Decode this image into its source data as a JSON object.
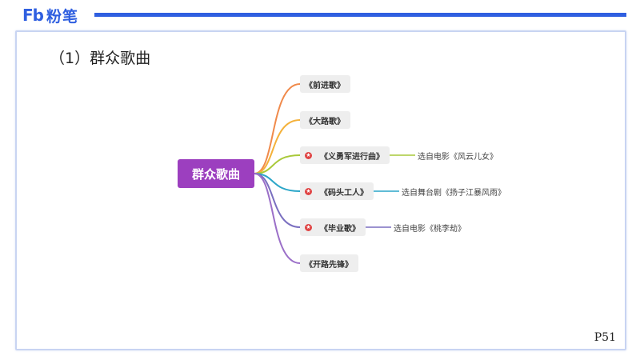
{
  "brand": {
    "mark": "Fb",
    "name": "粉笔"
  },
  "section_title": "（1）群众歌曲",
  "mindmap": {
    "center": "群众歌曲",
    "branches": [
      {
        "label": "《前进歌》",
        "marked": false,
        "note": "",
        "color": "#f08a4b"
      },
      {
        "label": "《大路歌》",
        "marked": false,
        "note": "",
        "color": "#f4b13a"
      },
      {
        "label": "《义勇军进行曲》",
        "marked": true,
        "note": "选自电影《风云儿女》",
        "color": "#a9c93a"
      },
      {
        "label": "《码头工人》",
        "marked": true,
        "note": "选自舞台剧《扬子江暴风雨》",
        "color": "#2ba6c8"
      },
      {
        "label": "《毕业歌》",
        "marked": true,
        "note": "选自电影《桃李劫》",
        "color": "#7a6fc0"
      },
      {
        "label": "《开路先锋》",
        "marked": false,
        "note": "",
        "color": "#9b6fc8"
      }
    ]
  },
  "page_number": "P51"
}
